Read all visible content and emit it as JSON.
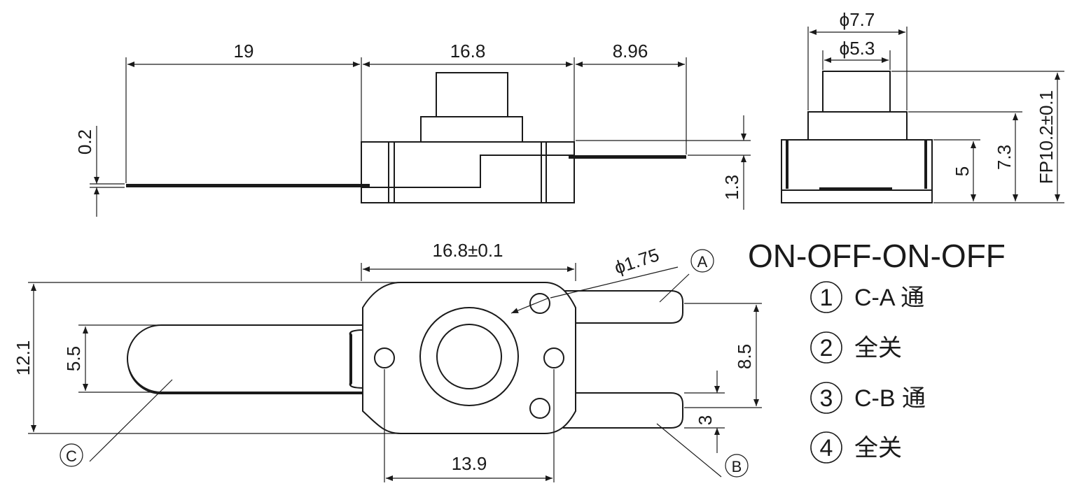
{
  "dimensions": {
    "side_lead_left": "19",
    "side_body": "16.8",
    "side_lead_right": "8.96",
    "side_thickness": "0.2",
    "side_lead_height": "1.3",
    "end_outer_dia": "ϕ7.7",
    "end_inner_dia": "ϕ5.3",
    "end_body_height": "5",
    "end_step_height": "7.3",
    "end_total_height": "FP10.2±0.1",
    "top_body_width": "16.8±0.1",
    "top_hole_dia": "ϕ1.75",
    "top_height": "12.1",
    "top_lead_c_width": "5.5",
    "top_hole_pitch": "13.9",
    "top_lead_spacing": "8.5",
    "top_lead_width": "3"
  },
  "callouts": {
    "a": "A",
    "b": "B",
    "c": "C"
  },
  "legend": {
    "title": "ON-OFF-ON-OFF",
    "items": [
      {
        "num": "1",
        "text": "C-A 通"
      },
      {
        "num": "2",
        "text": "全关"
      },
      {
        "num": "3",
        "text": "C-B 通"
      },
      {
        "num": "4",
        "text": "全关"
      }
    ]
  }
}
